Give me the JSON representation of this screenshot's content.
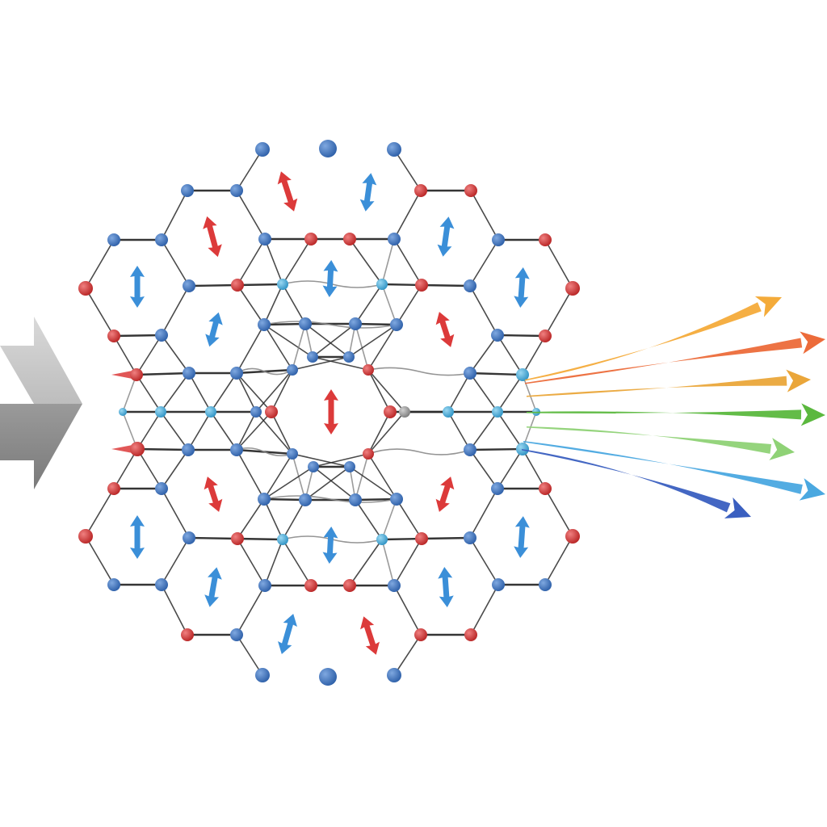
{
  "colors": {
    "background": "#ffffff",
    "node_blue": "#3f78c4",
    "node_red": "#d93b3b",
    "node_cyan": "#4fb3de",
    "node_gray": "#9a9a9a",
    "edge_dark": "#2b2b2b",
    "edge_light": "#8a8a8a",
    "spin_red": "#dc3a3a",
    "spin_blue": "#3b8fd8",
    "input_arrow_light": "#c9c9c9",
    "input_arrow_dark": "#8f8f8f"
  },
  "icons": {
    "input_arrow": "block-arrow-right-icon",
    "spin_arrow": "double-headed-arrow-icon",
    "output_ray": "curved-arrow-icon"
  },
  "lattice": {
    "type": "hexagonal-lattice",
    "spin_colors": [
      "red",
      "blue"
    ],
    "node_colors": [
      "blue",
      "red",
      "cyan",
      "gray"
    ]
  },
  "output_rays": [
    {
      "color": "#f4ab3a"
    },
    {
      "color": "#ec6b3a"
    },
    {
      "color": "#eaa63a"
    },
    {
      "color": "#5bb83e"
    },
    {
      "color": "#8fd276"
    },
    {
      "color": "#4aa8e0"
    },
    {
      "color": "#3a5fc0"
    }
  ]
}
